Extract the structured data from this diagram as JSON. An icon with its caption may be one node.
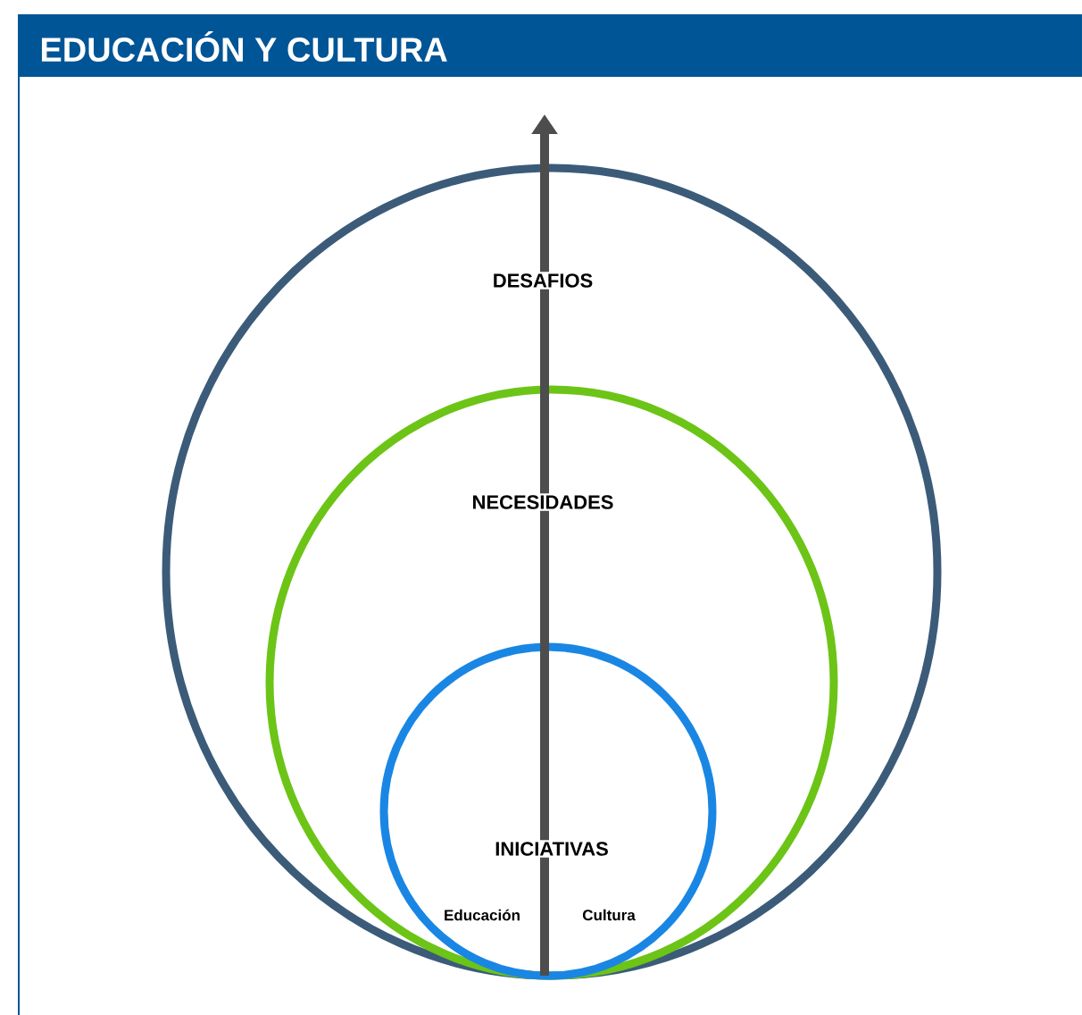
{
  "diagram": {
    "title": "EDUCACIÓN Y CULTURA",
    "nodes": [
      {
        "text": [
          "DESAFIOS"
        ]
      },
      {
        "text": [
          "NECESIDADES"
        ],
        "in": 0
      },
      {
        "text": [
          "INICIATIVAS",
          "Educación",
          "Cultura"
        ],
        "in": 1
      }
    ]
  }
}
